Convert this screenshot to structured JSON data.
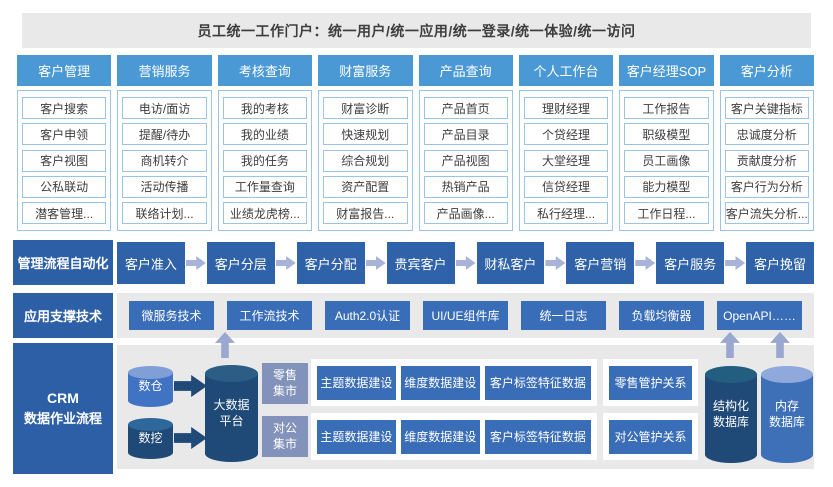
{
  "banner": {
    "title": "员工统一工作门户：统一用户/统一应用/统一登录/统一体验/统一访问"
  },
  "portal": {
    "columns": [
      {
        "header": "客户管理",
        "items": [
          "客户搜索",
          "客户申领",
          "客户视图",
          "公私联动",
          "潜客管理..."
        ]
      },
      {
        "header": "营销服务",
        "items": [
          "电访/面访",
          "提醒/待办",
          "商机转介",
          "活动传播",
          "联络计划..."
        ]
      },
      {
        "header": "考核查询",
        "items": [
          "我的考核",
          "我的业绩",
          "我的任务",
          "工作量查询",
          "业绩龙虎榜..."
        ]
      },
      {
        "header": "财富服务",
        "items": [
          "财富诊断",
          "快速规划",
          "综合规划",
          "资产配置",
          "财富报告..."
        ]
      },
      {
        "header": "产品查询",
        "items": [
          "产品首页",
          "产品目录",
          "产品视图",
          "热销产品",
          "产品画像..."
        ]
      },
      {
        "header": "个人工作台",
        "items": [
          "理财经理",
          "个贷经理",
          "大堂经理",
          "信贷经理",
          "私行经理..."
        ]
      },
      {
        "header": "客户经理SOP",
        "items": [
          "工作报告",
          "职级模型",
          "员工画像",
          "能力模型",
          "工作日程..."
        ]
      },
      {
        "header": "客户分析",
        "items": [
          "客户关键指标",
          "忠诚度分析",
          "贡献度分析",
          "客户行为分析",
          "客户流失分析..."
        ]
      }
    ]
  },
  "process": {
    "label": "管理流程自动化",
    "steps": [
      "客户准入",
      "客户分层",
      "客户分配",
      "贵宾客户",
      "财私客户",
      "客户营销",
      "客户服务",
      "客户挽留"
    ]
  },
  "tech": {
    "label": "应用支撑技术",
    "items": [
      "微服务技术",
      "工作流技术",
      "Auth2.0认证",
      "UI/UE组件库",
      "统一日志",
      "负载均衡器",
      "OpenAPI……"
    ]
  },
  "data_flow": {
    "label_line1": "CRM",
    "label_line2": "数据作业流程",
    "warehouse": "数仓",
    "mining": "数挖",
    "platform_line1": "大数据",
    "platform_line2": "平台",
    "mart_retail_line1": "零售",
    "mart_retail_line2": "集市",
    "mart_corporate_line1": "对公",
    "mart_corporate_line2": "集市",
    "retail_row": [
      "主题数据建设",
      "维度数据建设",
      "客户标签特征数据"
    ],
    "corporate_row": [
      "主题数据建设",
      "维度数据建设",
      "客户标签特征数据"
    ],
    "relation_retail": "零售管护关系",
    "relation_corporate": "对公管护关系",
    "db_structured_line1": "结构化",
    "db_structured_line2": "数据库",
    "db_memory_line1": "内存",
    "db_memory_line2": "数据库"
  },
  "colors": {
    "header_blue": "#4b99d4",
    "light_border_blue": "#9cc3e5",
    "dark_label_blue": "#2d5fa6",
    "step_blue": "#2f62a8",
    "tech_box_blue": "#3a6db8",
    "navy": "#1f4977",
    "navy_top": "#2b5d85",
    "warehouse_blue": "#4173c4",
    "warehouse_top": "#7f9fd6",
    "memdb_blue": "#3e70b8",
    "memdb_top": "#8fa9dc",
    "mart_gray_blue": "#8292bb",
    "flow_arrow": "#a7b3d8",
    "up_arrow": "#9aa7cf",
    "panel_gray": "#e9e9e9"
  }
}
